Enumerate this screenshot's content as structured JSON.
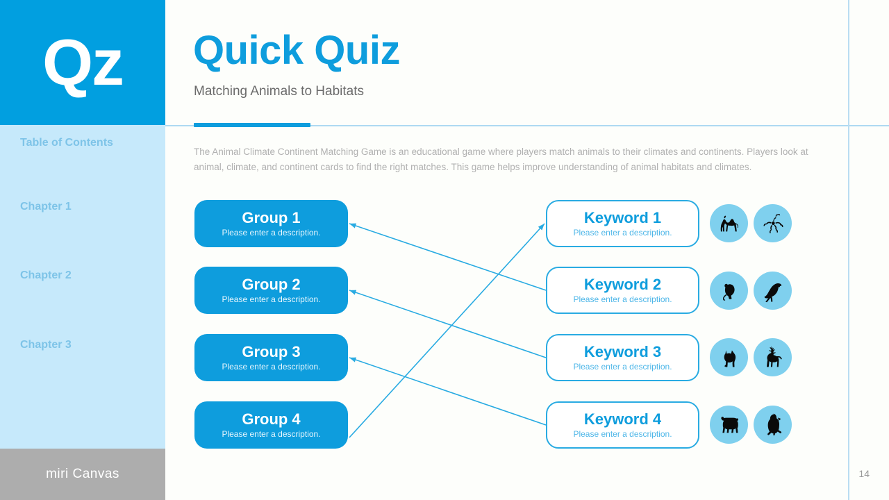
{
  "slide": {
    "page_number": "14",
    "brand": "miri Canvas",
    "accent_color": "#0e9ddd",
    "sidebar_bg": "#c6e9fb",
    "logo_bg": "#019fe0",
    "icon_circle_color": "#7fd0ee"
  },
  "sidebar": {
    "logo_text": "Qz",
    "toc_title": "Table of Contents",
    "items": [
      {
        "label": "Chapter 1"
      },
      {
        "label": "Chapter 2"
      },
      {
        "label": "Chapter 3"
      }
    ]
  },
  "header": {
    "title": "Quick Quiz",
    "subtitle": "Matching Animals to Habitats"
  },
  "body": {
    "description": "The Animal Climate Continent Matching Game is an educational game where players match animals to their climates and continents. Players look at animal, climate, and continent cards to find the right matches. This game helps improve understanding of animal habitats and climates."
  },
  "matching": {
    "groups": [
      {
        "title": "Group 1",
        "description": "Please enter a description."
      },
      {
        "title": "Group 2",
        "description": "Please enter a description."
      },
      {
        "title": "Group 3",
        "description": "Please enter a description."
      },
      {
        "title": "Group 4",
        "description": "Please enter a description."
      }
    ],
    "keywords": [
      {
        "title": "Keyword 1",
        "description": "Please enter a description.",
        "icons": [
          "camel-icon",
          "scorpion-icon"
        ]
      },
      {
        "title": "Keyword 2",
        "description": "Please enter a description.",
        "icons": [
          "monkey-icon",
          "parrot-icon"
        ]
      },
      {
        "title": "Keyword 3",
        "description": "Please enter a description.",
        "icons": [
          "fox-icon",
          "deer-icon"
        ]
      },
      {
        "title": "Keyword 4",
        "description": "Please enter a description.",
        "icons": [
          "bear-icon",
          "penguin-icon"
        ]
      }
    ],
    "connections": [
      {
        "from": "Group 1",
        "to": "Keyword 2"
      },
      {
        "from": "Group 2",
        "to": "Keyword 3"
      },
      {
        "from": "Group 3",
        "to": "Keyword 4"
      },
      {
        "from": "Group 4",
        "to": "Keyword 1"
      }
    ],
    "line_color": "#29abe2"
  }
}
